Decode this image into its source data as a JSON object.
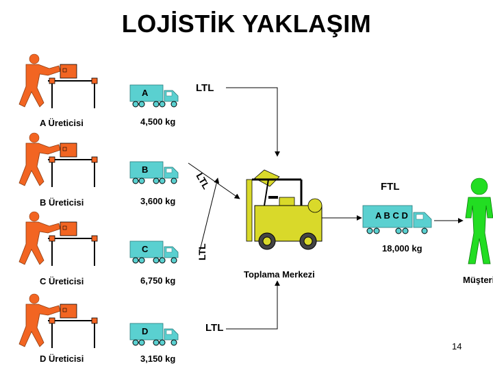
{
  "title": "LOJİSTİK YAKLAŞIM",
  "producers": [
    {
      "truck_label": "A",
      "producer_label": "A Üreticisi",
      "weight": "4,500 kg"
    },
    {
      "truck_label": "B",
      "producer_label": "B Üreticisi",
      "weight": "3,600 kg"
    },
    {
      "truck_label": "C",
      "producer_label": "C Üreticisi",
      "weight": "6,750 kg"
    },
    {
      "truck_label": "D",
      "producer_label": "D Üreticisi",
      "weight": "3,150 kg"
    }
  ],
  "flows": {
    "a": "LTL",
    "b": "LTL",
    "c": "LTL",
    "d": "LTL",
    "ftl": "FTL"
  },
  "consolidated": {
    "truck_label": "A B C D",
    "weight": "18,000 kg"
  },
  "center_label": "Toplama Merkezi",
  "customer_label": "Müşteri",
  "page_number": "14",
  "colors": {
    "worker": "#f26522",
    "truck": "#5ad0d0",
    "box": "#f26522",
    "customer": "#22dd22"
  }
}
